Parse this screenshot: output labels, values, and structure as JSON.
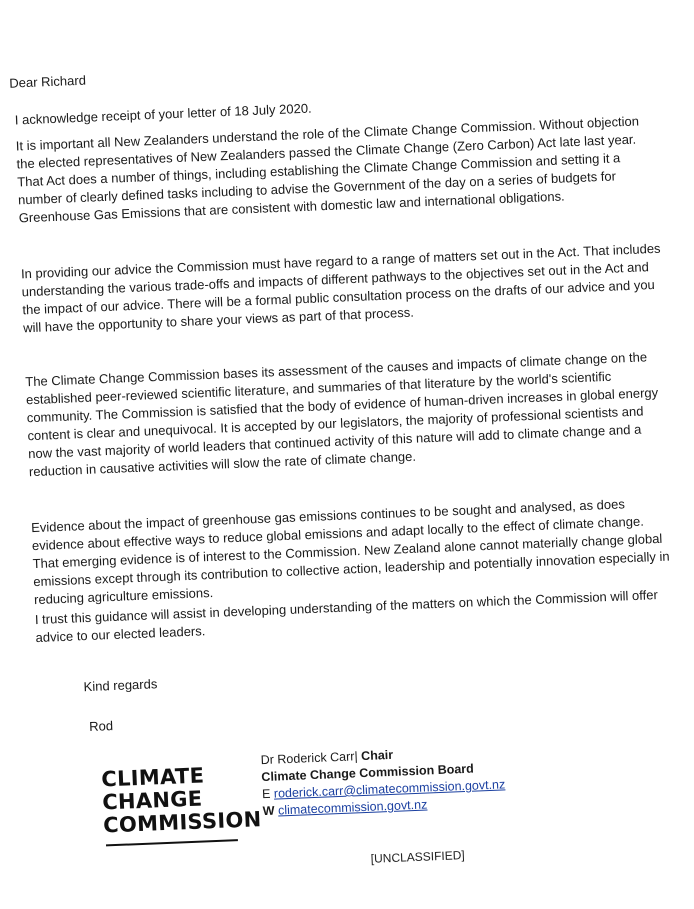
{
  "letter": {
    "salutation": "Dear Richard",
    "paragraphs": [
      "I acknowledge receipt of your letter of 18 July 2020.",
      "It is important all New Zealanders understand the role of the Climate Change Commission.  Without objection the elected representatives of New Zealanders passed the Climate Change (Zero Carbon) Act late last year.  That Act does a number of things, including establishing the Climate Change Commission and setting it a number of clearly defined tasks including to advise the Government of the day on a series of budgets for Greenhouse Gas Emissions that are consistent with domestic law and international obligations.",
      "In providing our advice the Commission must have regard to a range of matters set out in the Act.  That includes understanding the various trade-offs and impacts of different pathways to the objectives set out in the Act and the impact of our advice.  There will be a formal public consultation process on the drafts of our advice and you will have the opportunity to share your views as part of that process.",
      "The Climate Change Commission bases its assessment of the causes and impacts of climate change on the established peer-reviewed scientific literature, and summaries of that literature by the world's scientific community.  The Commission is satisfied that the body of evidence of human-driven increases in global energy content is clear and unequivocal.  It is accepted by our legislators, the majority of professional scientists and now the vast majority of world leaders that continued activity of this nature will add to climate change and a reduction in causative activities will slow the rate of climate change.",
      "Evidence about the impact of greenhouse gas emissions continues to be sought and analysed, as does evidence about effective ways to reduce global emissions and adapt locally to the effect of climate change.  That emerging evidence is of interest to the Commission.  New Zealand alone cannot materially change global emissions except through its contribution to collective action, leadership and potentially innovation especially in reducing agriculture emissions.",
      "I trust this guidance will assist in developing understanding of the matters on which the Commission will offer advice to our elected leaders."
    ],
    "closing": "Kind regards",
    "signoff_name": "Rod"
  },
  "logo": {
    "line1": "CLIMATE",
    "line2": "CHANGE",
    "line3": "COMMISSION"
  },
  "signature": {
    "name": "Dr Roderick Carr",
    "separator": "|",
    "title": "Chair",
    "organisation": "Climate Change Commission Board",
    "email_prefix": "E",
    "email": "roderick.carr@climatecommission.govt.nz",
    "web_prefix": "W",
    "website": "climatecommission.govt.nz",
    "link_color": "#1a3fa0"
  },
  "footer": {
    "classification": "[UNCLASSIFIED]"
  }
}
